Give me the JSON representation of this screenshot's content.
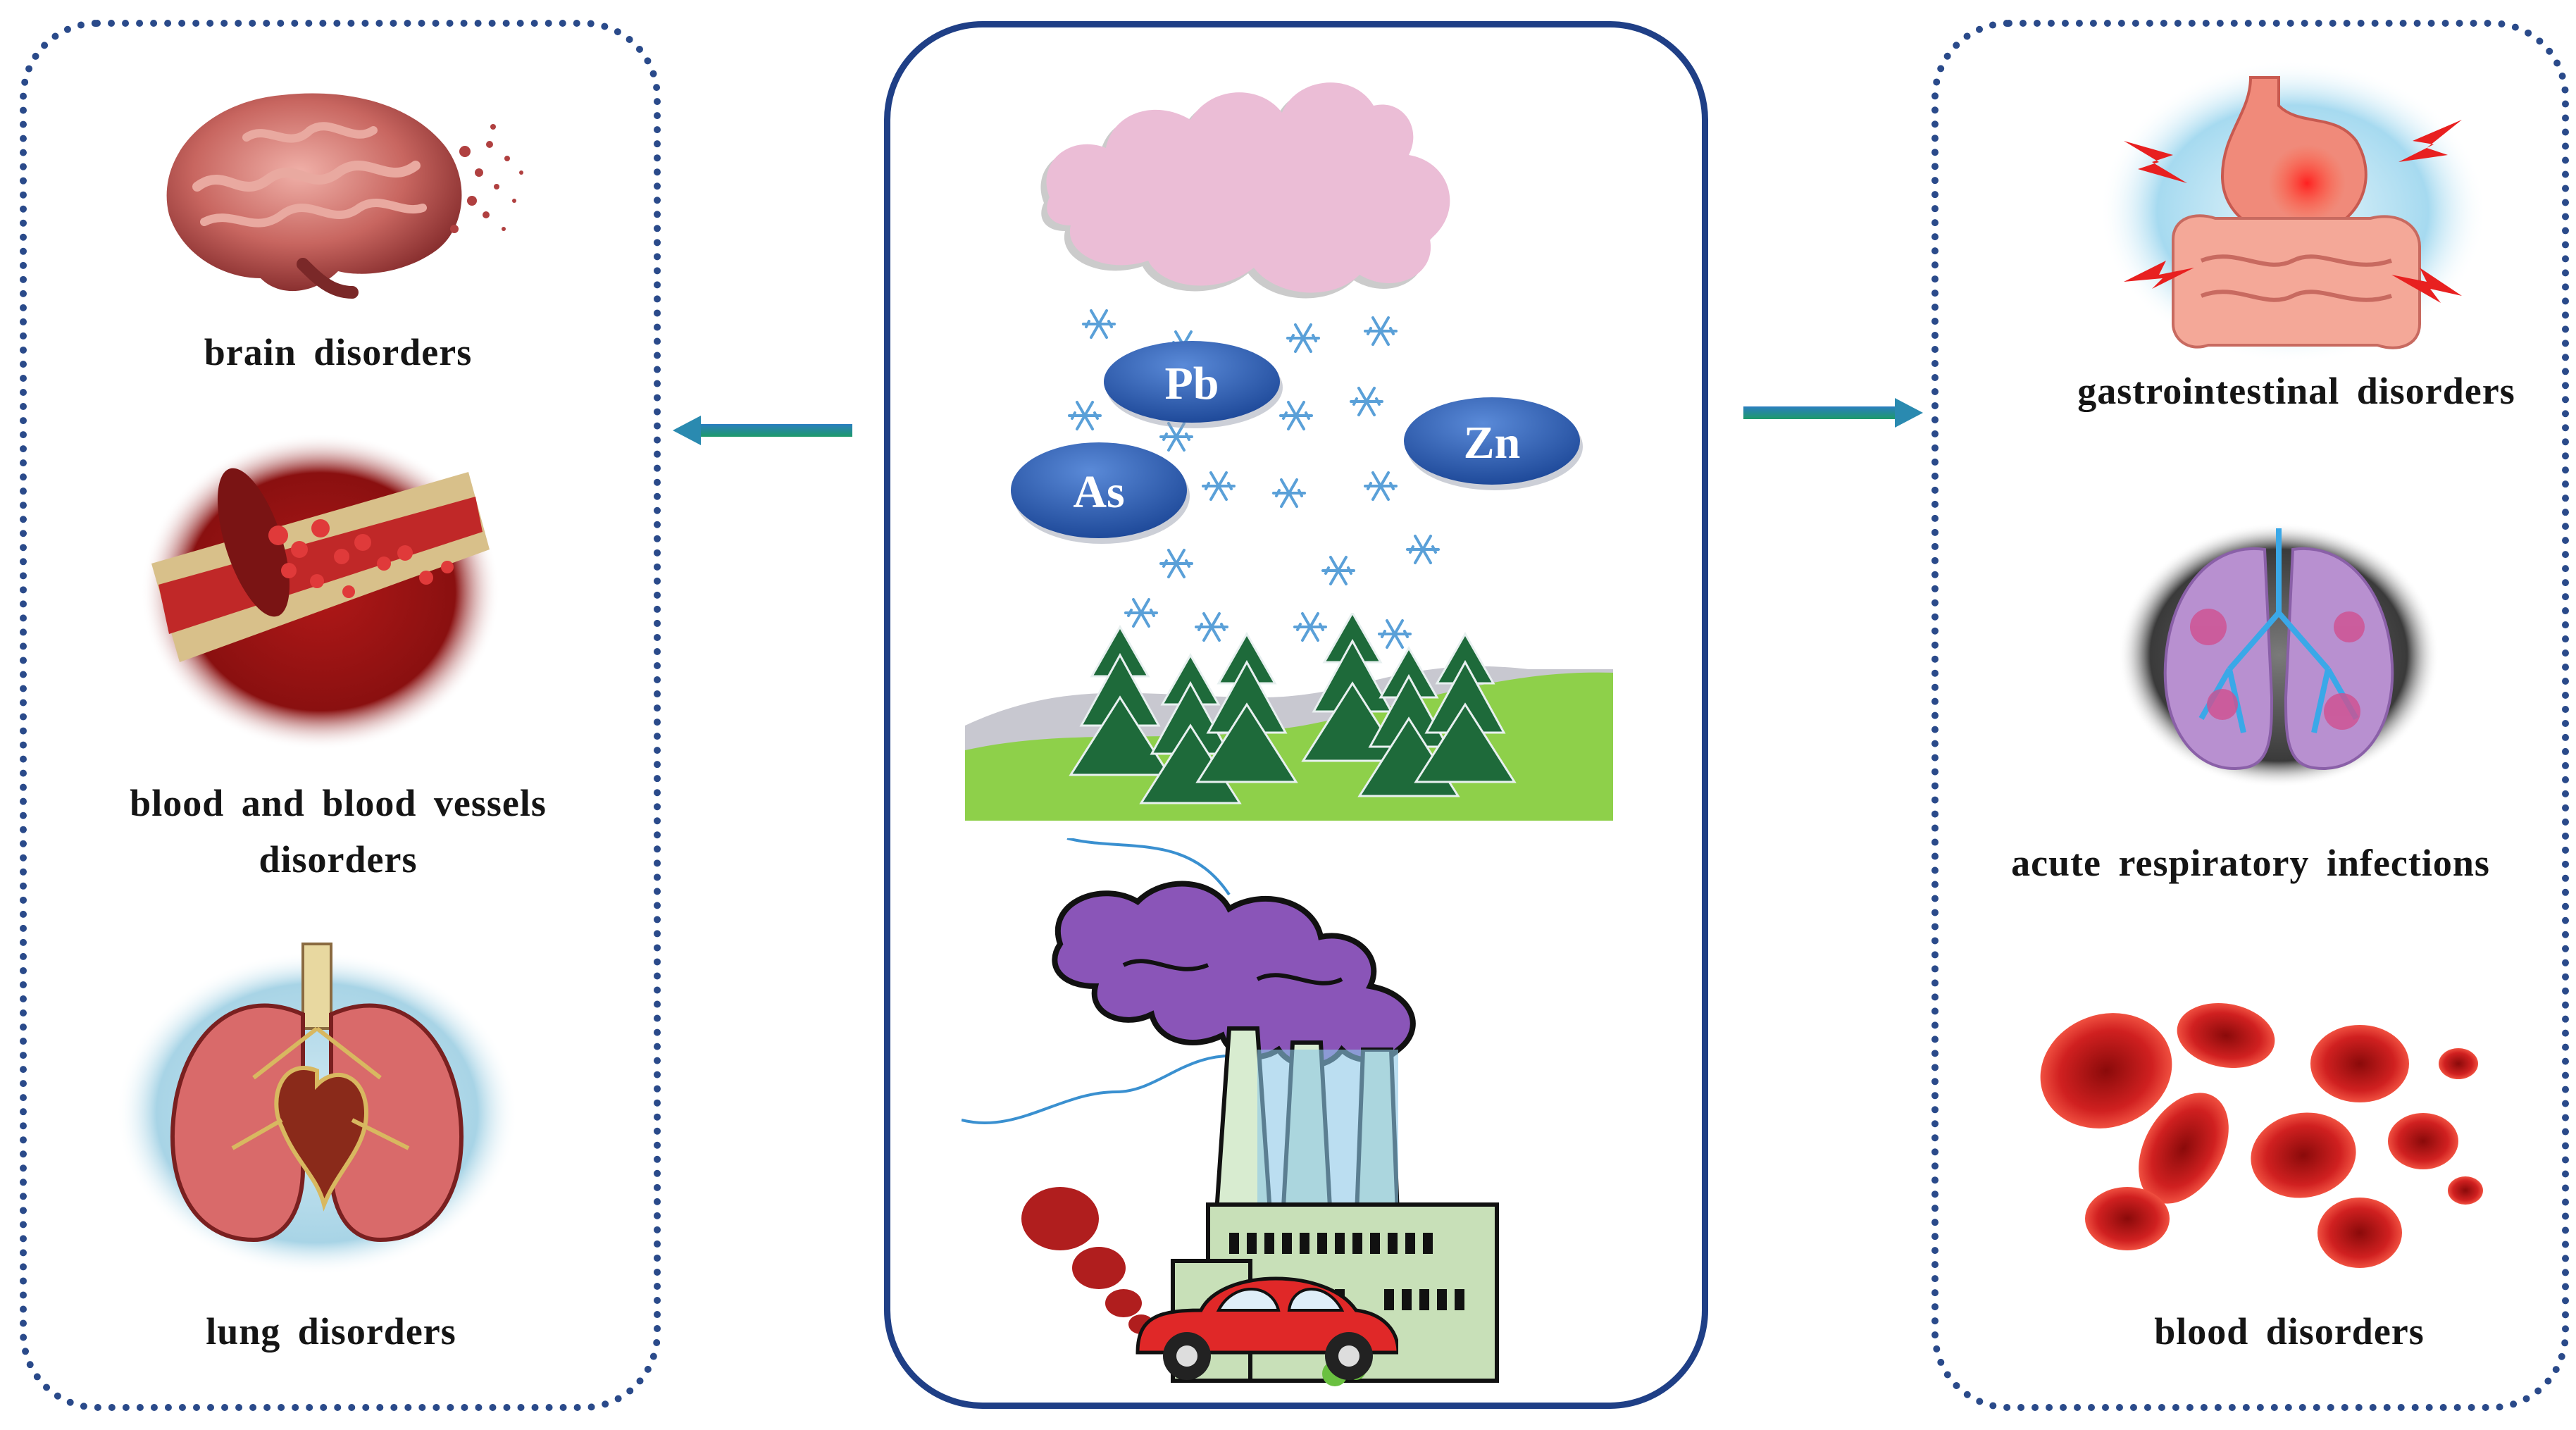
{
  "left_panel": {
    "items": [
      {
        "label": "brain disorders",
        "icon": "brain-icon"
      },
      {
        "label_line1": "blood and blood vessels",
        "label_line2": "disorders",
        "icon": "blood-vessel-icon"
      },
      {
        "label": "lung disorders",
        "icon": "lungs-heart-icon"
      }
    ]
  },
  "center_panel": {
    "metals": [
      "Pb",
      "Zn",
      "As"
    ],
    "icons": [
      "pollution-cloud-icon",
      "snowflake-icon",
      "pine-forest-icon",
      "factory-smoke-icon",
      "car-exhaust-icon"
    ]
  },
  "right_panel": {
    "items": [
      {
        "label": "gastrointestinal disorders",
        "icon": "stomach-icon"
      },
      {
        "label": "acute respiratory infections",
        "icon": "infected-lungs-icon"
      },
      {
        "label": "blood disorders",
        "icon": "red-blood-cells-icon"
      }
    ]
  },
  "colors": {
    "panel_border": "#2a4a8a",
    "arrow": "#1e8a8a",
    "metal_ellipse": "#2f5fb0",
    "cloud": "#e9b8d2",
    "smoke": "#8a55b8",
    "grass": "#8ed04a",
    "car": "#e02828"
  }
}
